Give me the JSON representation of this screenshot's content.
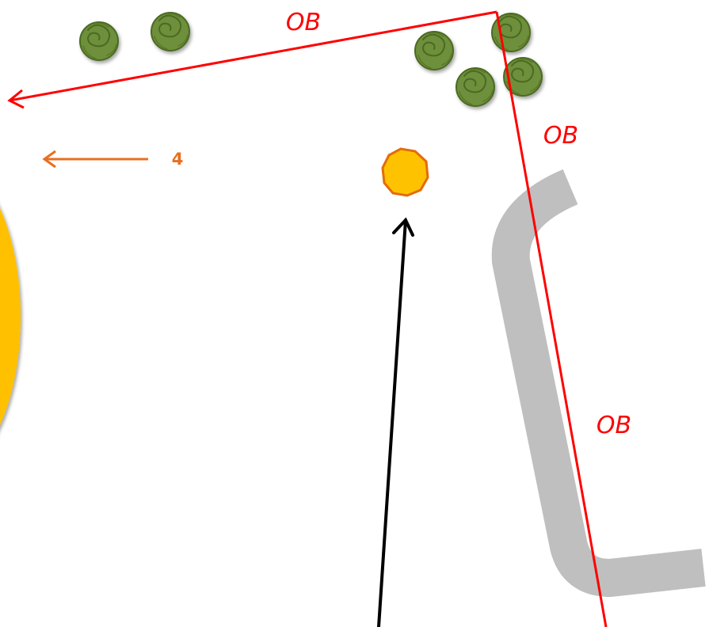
{
  "map": {
    "ob_labels": [
      "OB",
      "OB",
      "OB"
    ],
    "next_hole": {
      "label": "4",
      "direction": "left"
    },
    "colors": {
      "ob_line": "#ff0000",
      "basket": "#ffc200",
      "basket_outline": "#e36c0a",
      "next_hole_arrow": "#e86f1f",
      "path": "#bfbfbf",
      "green": "#ffc000",
      "tree": "#6e8f3a",
      "throw_line": "#000000"
    },
    "features": {
      "trees": "tree-icon",
      "basket": "basket-icon",
      "path": "cart-path",
      "green": "adjacent-green",
      "throw": "tee-line-arrow"
    }
  }
}
